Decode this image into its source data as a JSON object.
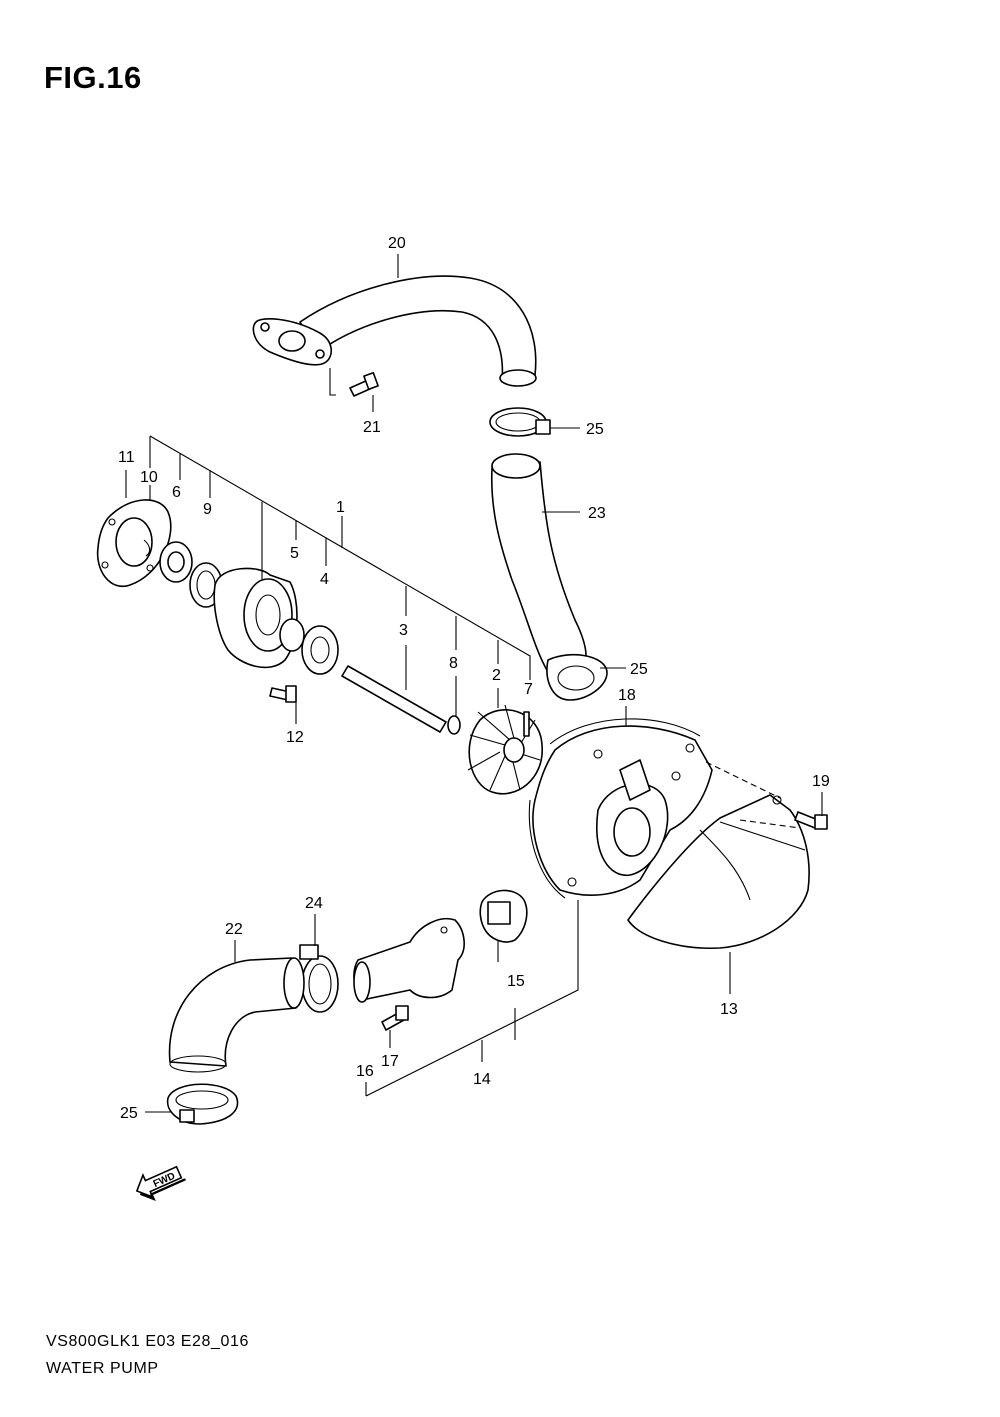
{
  "figure": {
    "title": "FIG.16",
    "model_code": "VS800GLK1 E03 E28_016",
    "name": "WATER PUMP"
  },
  "direction_marker": {
    "label": "FWD",
    "icon": "forward-arrow-icon"
  },
  "callouts": [
    {
      "id": "c20",
      "label": "20"
    },
    {
      "id": "c21",
      "label": "21"
    },
    {
      "id": "c25a",
      "label": "25"
    },
    {
      "id": "c23",
      "label": "23"
    },
    {
      "id": "c11",
      "label": "11"
    },
    {
      "id": "c10",
      "label": "10"
    },
    {
      "id": "c6",
      "label": "6"
    },
    {
      "id": "c9",
      "label": "9"
    },
    {
      "id": "c1",
      "label": "1"
    },
    {
      "id": "c5",
      "label": "5"
    },
    {
      "id": "c4",
      "label": "4"
    },
    {
      "id": "c3",
      "label": "3"
    },
    {
      "id": "c8",
      "label": "8"
    },
    {
      "id": "c2",
      "label": "2"
    },
    {
      "id": "c7",
      "label": "7"
    },
    {
      "id": "c25b",
      "label": "25"
    },
    {
      "id": "c18",
      "label": "18"
    },
    {
      "id": "c12",
      "label": "12"
    },
    {
      "id": "c19",
      "label": "19"
    },
    {
      "id": "c24",
      "label": "24"
    },
    {
      "id": "c22",
      "label": "22"
    },
    {
      "id": "c15",
      "label": "15"
    },
    {
      "id": "c13",
      "label": "13"
    },
    {
      "id": "c17",
      "label": "17"
    },
    {
      "id": "c16",
      "label": "16"
    },
    {
      "id": "c14",
      "label": "14"
    },
    {
      "id": "c25c",
      "label": "25"
    }
  ]
}
